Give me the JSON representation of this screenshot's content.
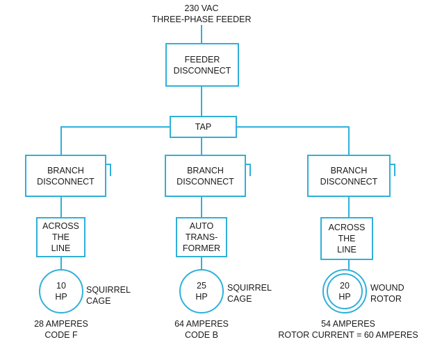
{
  "colors": {
    "line": "#2fb0d8",
    "text": "#1a1a1a"
  },
  "feeder": {
    "line1": "230 VAC",
    "line2": "THREE-PHASE FEEDER"
  },
  "feeder_disconnect": "FEEDER\nDISCONNECT",
  "tap": "TAP",
  "branches": [
    {
      "disconnect": "BRANCH\nDISCONNECT",
      "starter": "ACROSS\nTHE\nLINE",
      "motor": "10\nHP",
      "motor_type": "SQUIRREL\nCAGE",
      "rating": "28 AMPERES\nCODE F"
    },
    {
      "disconnect": "BRANCH\nDISCONNECT",
      "starter": "AUTO\nTRANS-\nFORMER",
      "motor": "25\nHP",
      "motor_type": "SQUIRREL\nCAGE",
      "rating": "64 AMPERES\nCODE B"
    },
    {
      "disconnect": "BRANCH\nDISCONNECT",
      "starter": "ACROSS\nTHE\nLINE",
      "motor": "20\nHP",
      "motor_type": "WOUND\nROTOR",
      "rating": "54 AMPERES\nROTOR CURRENT = 60 AMPERES"
    }
  ]
}
